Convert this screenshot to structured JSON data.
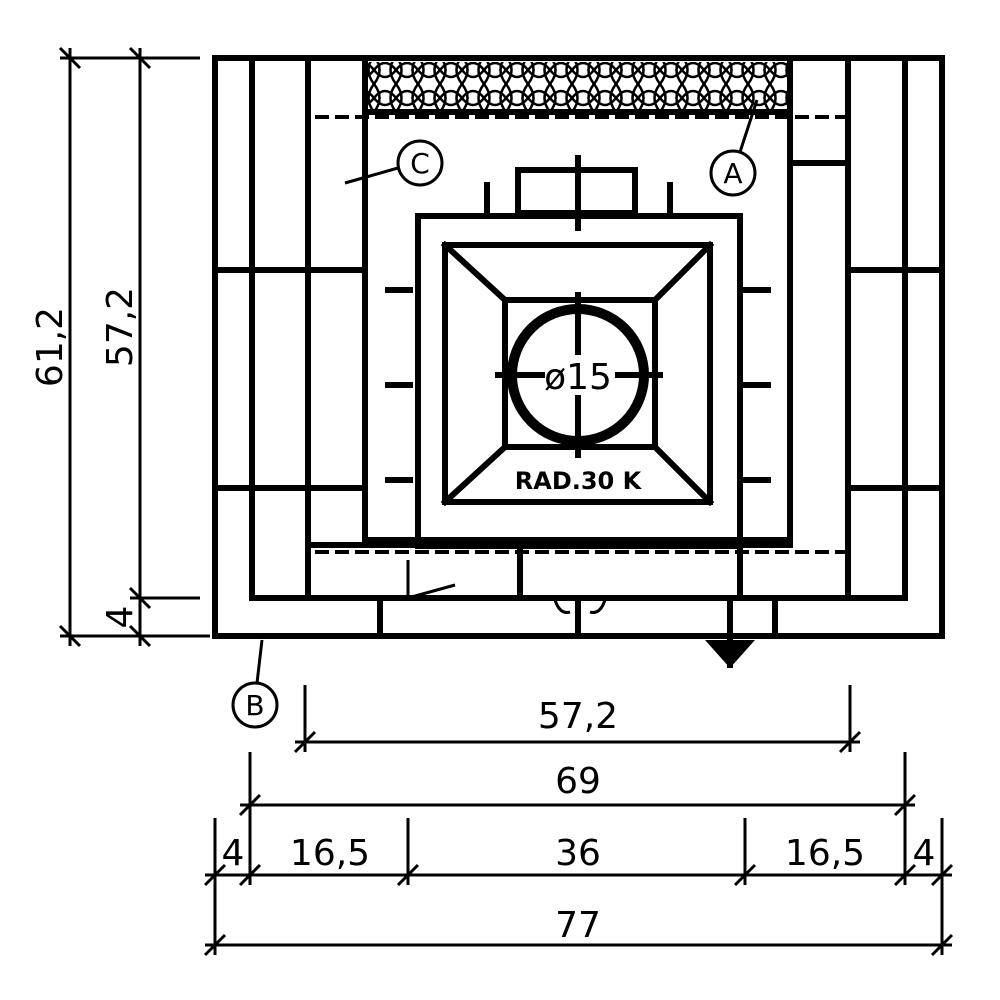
{
  "drawing": {
    "labels": {
      "pipe_diameter": "ø15",
      "radiator": "RAD.30 K",
      "callout_a": "A",
      "callout_b": "B",
      "callout_c": "C"
    },
    "dimensions": {
      "left_total_height": "61,2",
      "left_inner_height": "57,2",
      "left_base_height": "4",
      "inner_width": "57,2",
      "mid_width": "69",
      "left_edge": "4",
      "left_side": "16,5",
      "center": "36",
      "right_side": "16,5",
      "right_edge": "4",
      "total_width": "77"
    }
  }
}
